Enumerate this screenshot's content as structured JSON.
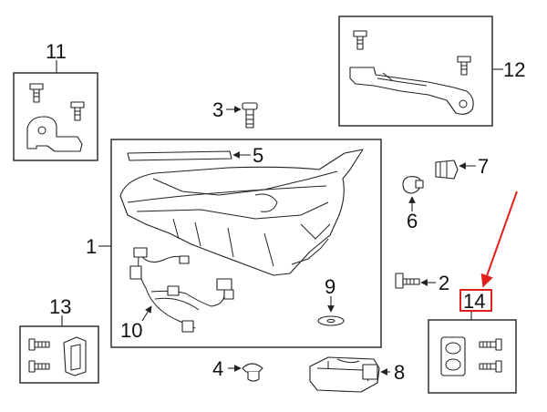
{
  "diagram": {
    "callouts": [
      {
        "id": "c1",
        "label": "1"
      },
      {
        "id": "c2",
        "label": "2"
      },
      {
        "id": "c3",
        "label": "3"
      },
      {
        "id": "c4",
        "label": "4"
      },
      {
        "id": "c5",
        "label": "5"
      },
      {
        "id": "c6",
        "label": "6"
      },
      {
        "id": "c7",
        "label": "7"
      },
      {
        "id": "c8",
        "label": "8"
      },
      {
        "id": "c9",
        "label": "9"
      },
      {
        "id": "c10",
        "label": "10"
      },
      {
        "id": "c11",
        "label": "11"
      },
      {
        "id": "c12",
        "label": "12"
      },
      {
        "id": "c13",
        "label": "13"
      },
      {
        "id": "c14",
        "label": "14"
      }
    ],
    "highlight_color": "#e0201c",
    "line_color": "#222222"
  }
}
